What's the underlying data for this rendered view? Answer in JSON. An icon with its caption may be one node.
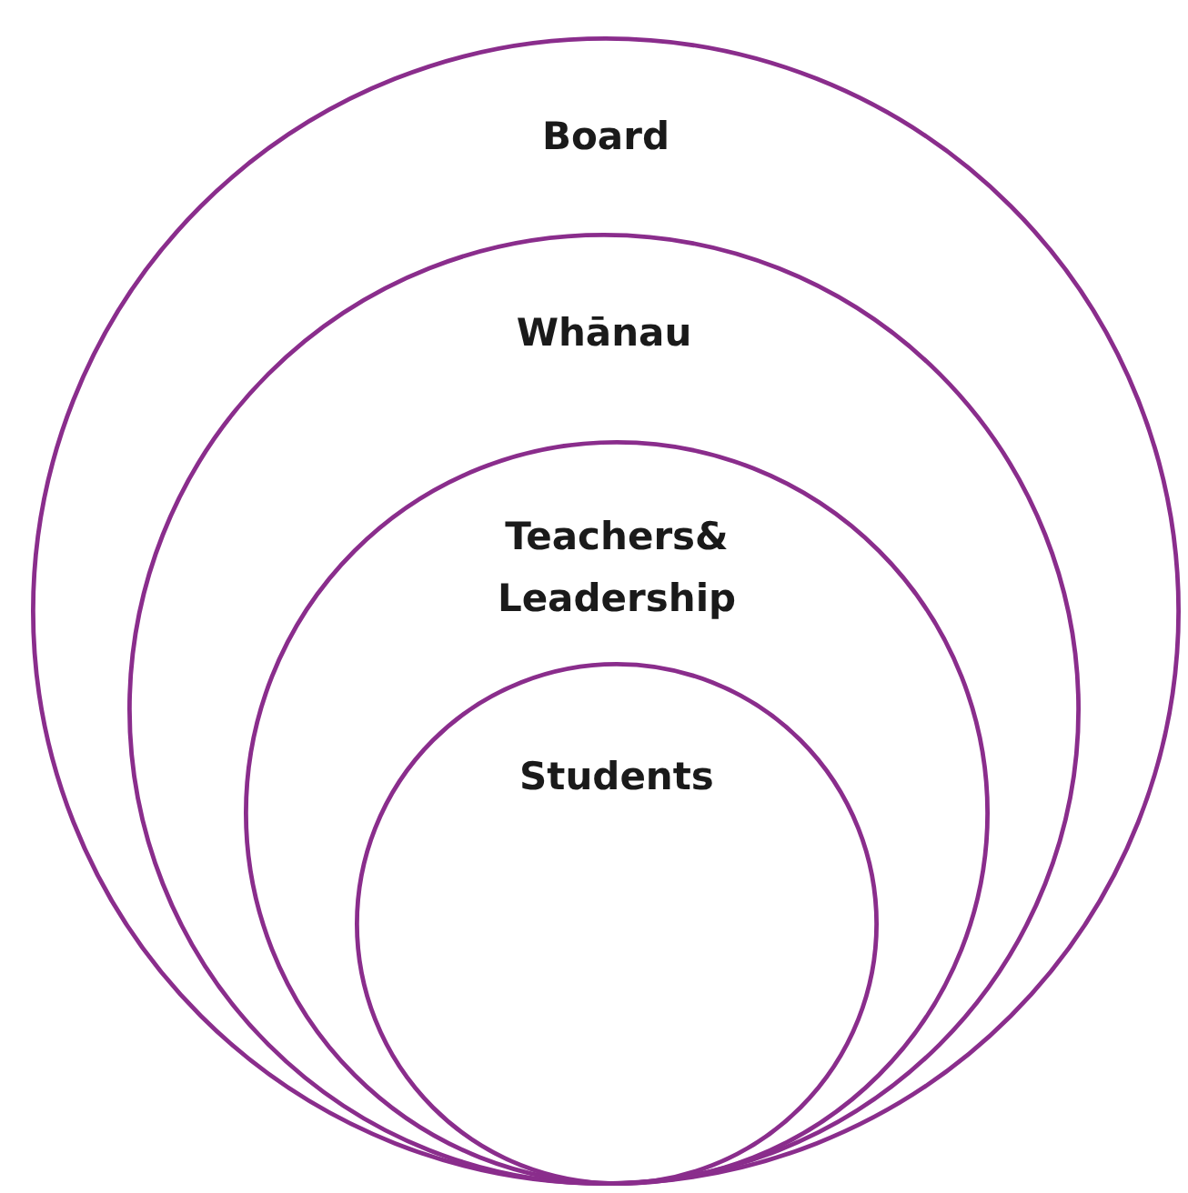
{
  "diagram": {
    "nodes": [
      {
        "text": [
          "Board"
        ]
      },
      {
        "text": [
          "Whānau"
        ],
        "in": 0
      },
      {
        "text": [
          "Teachers& Leadership"
        ],
        "in": 1
      },
      {
        "text": [
          "Students"
        ],
        "in": 2
      }
    ]
  }
}
